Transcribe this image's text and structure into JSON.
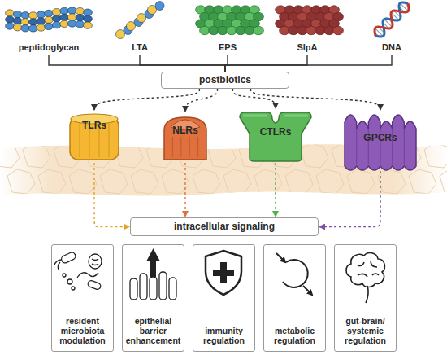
{
  "diagram": {
    "nodes": [
      {
        "text": [
          "peptidoglycan"
        ]
      },
      {
        "text": [
          "LTA"
        ]
      },
      {
        "text": [
          "EPS"
        ]
      },
      {
        "text": [
          "SlpA"
        ]
      },
      {
        "text": [
          "DNA"
        ]
      },
      {
        "text": [
          "postbiotics"
        ]
      },
      {
        "text": [
          "TLRs"
        ]
      },
      {
        "text": [
          "NLRs"
        ]
      },
      {
        "text": [
          "CTLRs"
        ]
      },
      {
        "text": [
          "GPCRs"
        ]
      },
      {
        "text": [
          "intracellular signaling"
        ]
      },
      {
        "text": [
          "resident microbiota modulation"
        ]
      },
      {
        "text": [
          "epithelial barrier enhancement"
        ]
      },
      {
        "text": [
          "immunity regulation"
        ]
      },
      {
        "text": [
          "metabolic regulation"
        ]
      },
      {
        "text": [
          "gut-brain/ systemic regulation"
        ]
      }
    ],
    "edges": [
      {
        "from": 0,
        "to": 5,
        "arrow": "none"
      },
      {
        "from": 1,
        "to": 5,
        "arrow": "none"
      },
      {
        "from": 2,
        "to": 5,
        "arrow": "none"
      },
      {
        "from": 3,
        "to": 5,
        "arrow": "none"
      },
      {
        "from": 4,
        "to": 5,
        "arrow": "none"
      },
      {
        "from": 5,
        "to": 6,
        "arrow": "to"
      },
      {
        "from": 5,
        "to": 7,
        "arrow": "to"
      },
      {
        "from": 5,
        "to": 8,
        "arrow": "to"
      },
      {
        "from": 5,
        "to": 9,
        "arrow": "to"
      },
      {
        "from": 6,
        "to": 10,
        "arrow": "to"
      },
      {
        "from": 7,
        "to": 10,
        "arrow": "to"
      },
      {
        "from": 8,
        "to": 10,
        "arrow": "to"
      },
      {
        "from": 9,
        "to": 10,
        "arrow": "to"
      }
    ]
  }
}
